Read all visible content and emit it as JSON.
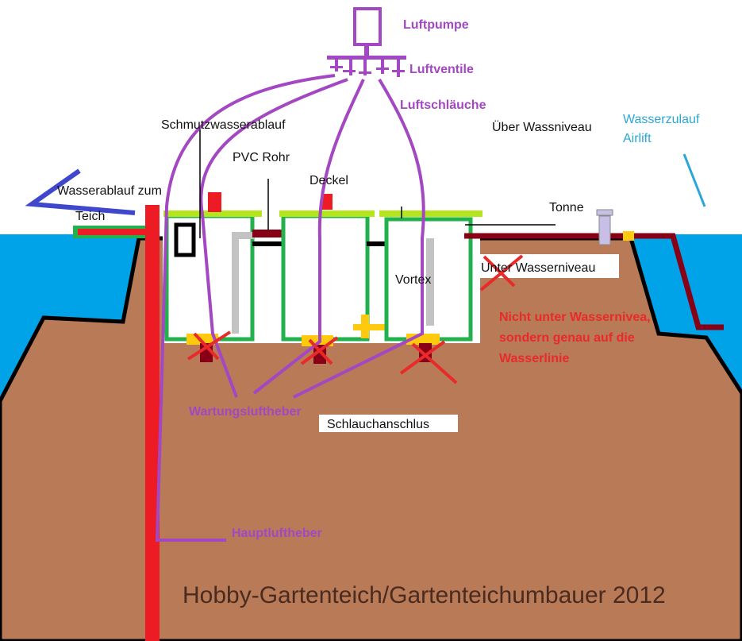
{
  "labels": {
    "luftpumpe": "Luftpumpe",
    "luftventile": "Luftventile",
    "luftschlaeuche": "Luftschläuche",
    "schmutzwasserablauf": "Schmutzwasserablauf",
    "pvc_rohr": "PVC Rohr",
    "deckel": "Deckel",
    "ueber_wasserniveau": "Über Wassniveau",
    "wasserzulauf_line1": "Wasserzulauf",
    "wasserzulauf_line2": "Airlift",
    "wasserablauf_line1": "Wasserablauf zum",
    "wasserablauf_line2": "Teich",
    "tonne": "Tonne",
    "vortex": "Vortex",
    "unter_wasserniveau": "Unter Wasserniveau",
    "note_line1": "Nicht unter Wassernivea,",
    "note_line2": "sondern genau auf die",
    "note_line3": "Wasserlinie",
    "wartungsluftheber": "Wartungsluftheber",
    "schlauchanschluss": "Schlauchanschlus",
    "hauptluftheber": "Hauptluftheber",
    "watermark": "Hobby-Gartenteich/Gartenteichumbauer 2012"
  },
  "colors": {
    "water": "#00a2e8",
    "soil": "#b97a57",
    "air_hose": "#a347c2",
    "lid": "#b5e61d",
    "tank_wall": "#22b14c",
    "red_pipe": "#ed1c24",
    "dark_pipe": "#880015",
    "connector": "#ffc90e",
    "grey_pipe": "#c3c3c3",
    "arrow": "#3f48cc"
  }
}
